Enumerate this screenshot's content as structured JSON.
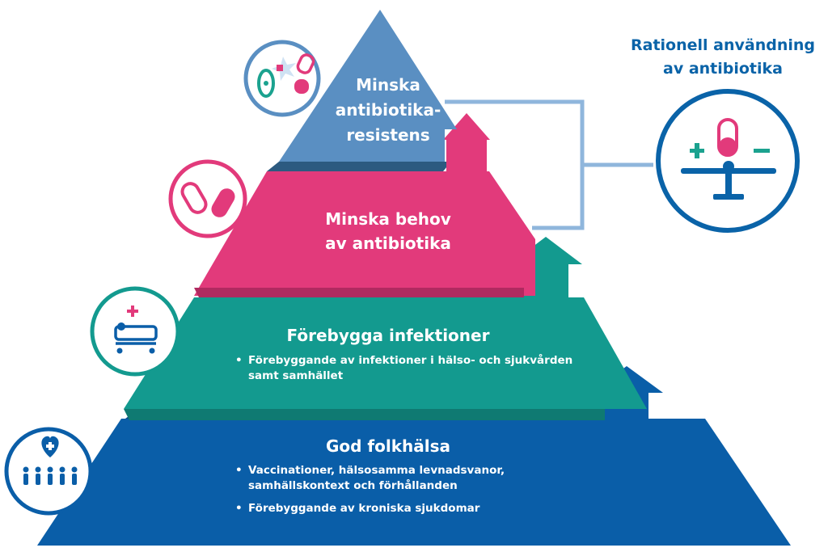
{
  "levels": {
    "top": {
      "label": "Minska antibiotika-resistens",
      "lines": [
        "Minska",
        "antibiotika-",
        "resistens"
      ],
      "color": "#5a8fc2",
      "icon": "bacteria-pill-icon"
    },
    "pink": {
      "label": "Minska behov av antibiotika",
      "lines": [
        "Minska behov",
        "av antibiotika"
      ],
      "color": "#e23a7b",
      "icon": "pills-icon"
    },
    "green": {
      "title": "Förebygga infektioner",
      "bullets": [
        "Förebyggande av infektioner i hälso- och sjukvården samt samhället"
      ],
      "color": "#139a8f",
      "icon": "patient-bed-icon"
    },
    "blue": {
      "title": "God folkhälsa",
      "bullets": [
        "Vaccinationer, hälsosamma levnadsvanor, samhällskontext och förhållanden",
        "Förebyggande av kroniska sjukdomar"
      ],
      "color": "#0a5ea8",
      "icon": "heart-people-icon"
    }
  },
  "side": {
    "title": "Rationell användning av antibiotika",
    "icon": "balance-scale-pill-icon",
    "color": "#0a63a8"
  }
}
